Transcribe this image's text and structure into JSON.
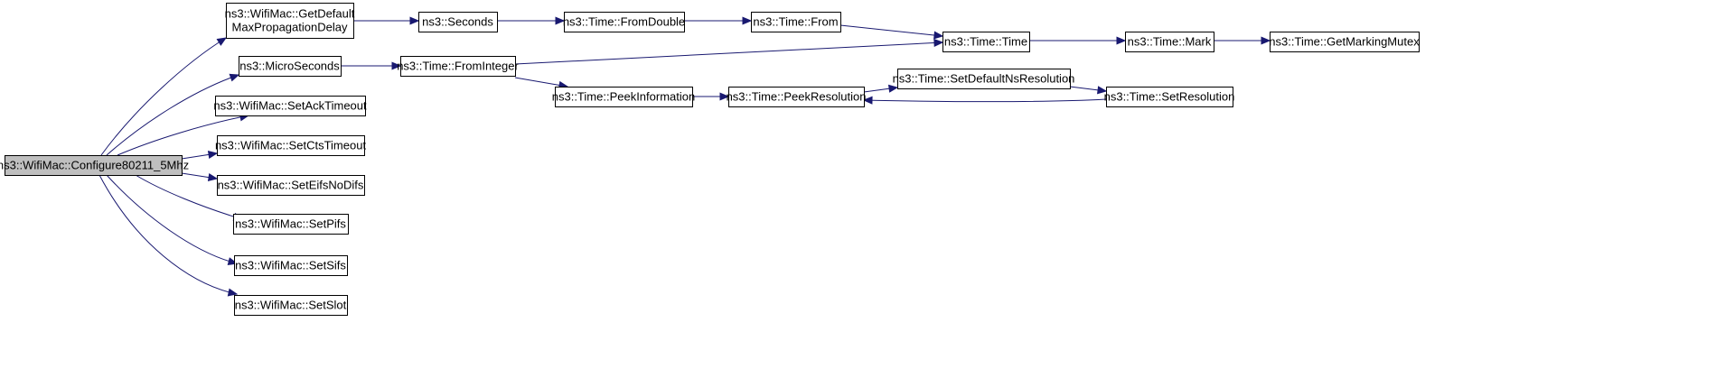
{
  "diagram": {
    "type": "call-graph",
    "colors": {
      "edge": "#191970",
      "root_fill": "#bfbfbf",
      "node_fill": "#ffffff",
      "node_border": "#000000"
    },
    "nodes": [
      {
        "id": "configure",
        "lines": [
          "ns3::WifiMac::Configure80211_5Mhz"
        ],
        "root": true
      },
      {
        "id": "getdefault",
        "lines": [
          "ns3::WifiMac::GetDefault",
          "MaxPropagationDelay"
        ]
      },
      {
        "id": "microseconds",
        "lines": [
          "ns3::MicroSeconds"
        ]
      },
      {
        "id": "setacktimeout",
        "lines": [
          "ns3::WifiMac::SetAckTimeout"
        ]
      },
      {
        "id": "setctstimeout",
        "lines": [
          "ns3::WifiMac::SetCtsTimeout"
        ]
      },
      {
        "id": "seteifsnodifs",
        "lines": [
          "ns3::WifiMac::SetEifsNoDifs"
        ]
      },
      {
        "id": "setpifs",
        "lines": [
          "ns3::WifiMac::SetPifs"
        ]
      },
      {
        "id": "setsifs",
        "lines": [
          "ns3::WifiMac::SetSifs"
        ]
      },
      {
        "id": "setslot",
        "lines": [
          "ns3::WifiMac::SetSlot"
        ]
      },
      {
        "id": "seconds",
        "lines": [
          "ns3::Seconds"
        ]
      },
      {
        "id": "fromdouble",
        "lines": [
          "ns3::Time::FromDouble"
        ]
      },
      {
        "id": "from",
        "lines": [
          "ns3::Time::From"
        ]
      },
      {
        "id": "time",
        "lines": [
          "ns3::Time::Time"
        ]
      },
      {
        "id": "mark",
        "lines": [
          "ns3::Time::Mark"
        ]
      },
      {
        "id": "getmarkingmutex",
        "lines": [
          "ns3::Time::GetMarkingMutex"
        ]
      },
      {
        "id": "frominteger",
        "lines": [
          "ns3::Time::FromInteger"
        ]
      },
      {
        "id": "peekinformation",
        "lines": [
          "ns3::Time::PeekInformation"
        ]
      },
      {
        "id": "peekresolution",
        "lines": [
          "ns3::Time::PeekResolution"
        ]
      },
      {
        "id": "setdefaultnsresolution",
        "lines": [
          "ns3::Time::SetDefaultNsResolution"
        ]
      },
      {
        "id": "setresolution",
        "lines": [
          "ns3::Time::SetResolution"
        ]
      }
    ],
    "edges": [
      {
        "from": "configure",
        "to": "getdefault"
      },
      {
        "from": "configure",
        "to": "microseconds"
      },
      {
        "from": "configure",
        "to": "setacktimeout"
      },
      {
        "from": "configure",
        "to": "setctstimeout"
      },
      {
        "from": "configure",
        "to": "seteifsnodifs"
      },
      {
        "from": "configure",
        "to": "setpifs"
      },
      {
        "from": "configure",
        "to": "setsifs"
      },
      {
        "from": "configure",
        "to": "setslot"
      },
      {
        "from": "getdefault",
        "to": "seconds"
      },
      {
        "from": "seconds",
        "to": "fromdouble"
      },
      {
        "from": "fromdouble",
        "to": "from"
      },
      {
        "from": "from",
        "to": "time"
      },
      {
        "from": "time",
        "to": "mark"
      },
      {
        "from": "mark",
        "to": "getmarkingmutex"
      },
      {
        "from": "microseconds",
        "to": "frominteger"
      },
      {
        "from": "frominteger",
        "to": "time"
      },
      {
        "from": "frominteger",
        "to": "peekinformation"
      },
      {
        "from": "peekinformation",
        "to": "peekresolution"
      },
      {
        "from": "peekresolution",
        "to": "setdefaultnsresolution"
      },
      {
        "from": "setdefaultnsresolution",
        "to": "setresolution"
      },
      {
        "from": "setresolution",
        "to": "peekresolution"
      }
    ]
  }
}
